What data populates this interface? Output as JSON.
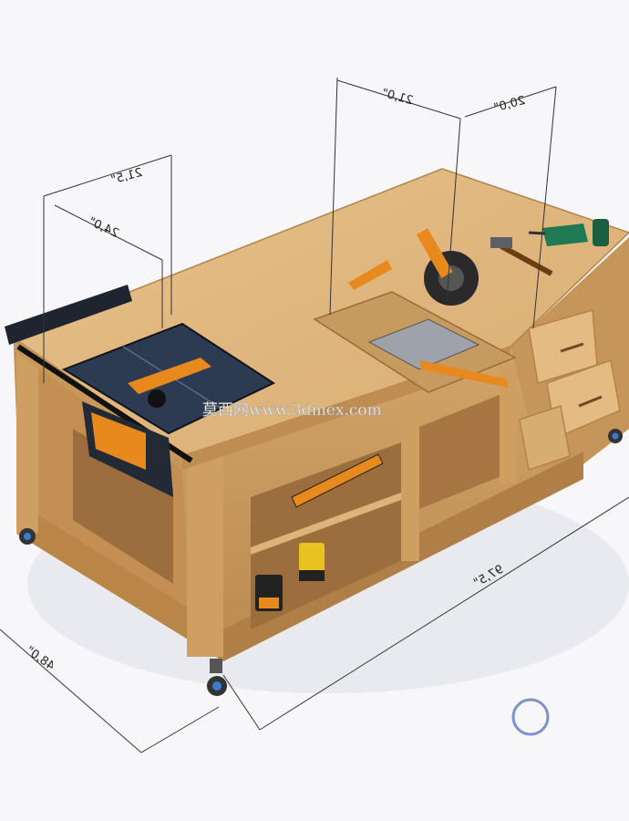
{
  "dimensions": {
    "top_left_width": "21,5\"",
    "top_left_depth": "24,0\"",
    "miter_span": "21,0\"",
    "right_span": "20,0\"",
    "total_length": "97,5\"",
    "total_depth": "48,0\""
  },
  "watermark": "莫西网www.3dmex.com",
  "icons": {
    "home_button": "circle-home-button"
  },
  "colors": {
    "wood_top": "#deb680",
    "wood_side": "#c99a5e",
    "wood_dark": "#b07f47",
    "saw_table": "#2c3a52",
    "accent_orange": "#e8891e",
    "background": "#f7f7f9",
    "home_ring": "#7d92c9"
  }
}
